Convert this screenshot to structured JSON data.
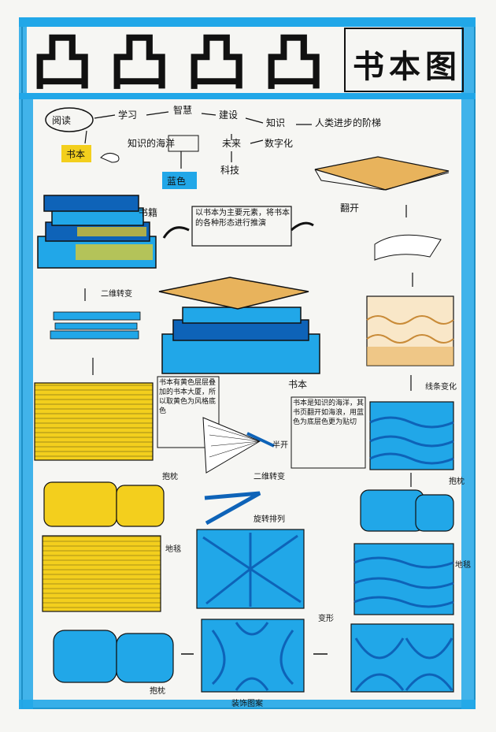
{
  "title": {
    "block_glyphs": [
      "凸",
      "凸",
      "凸",
      "凸"
    ],
    "stacked_chars": [
      "书",
      "本",
      "图"
    ]
  },
  "colors": {
    "blue": "#21a7e8",
    "deep_blue": "#0e63b8",
    "yellow": "#f3cf1d",
    "orange": "#e8b35c",
    "ink": "#111111",
    "paper": "#f6f6f3"
  },
  "flow": {
    "start": "阅读",
    "row1": [
      "学习",
      "智慧",
      "建设",
      "知识",
      "人类进步的阶梯"
    ],
    "row2": [
      "知识的海洋",
      "未来",
      "数字化"
    ],
    "book_label": "书本",
    "sea_color_label": "蓝色",
    "tech_label": "科技"
  },
  "labels": {
    "book_stack_label": "书籍",
    "center_note": "以书本为主要元素，将书本的各种形态进行推演",
    "open_book_label": "翻开",
    "to_2d_label": "二维转变",
    "center_book_label": "书本",
    "wave_label": "线条变化",
    "note_yellow": "书本有黄色层层叠加的书本大厦，所以取黄色为风格底色",
    "note_sea": "书本是知识的海洋，其书页翻开如海浪，用蓝色为底层色更为贴切",
    "half_open_label": "半开",
    "to_2d_label2": "二维转变",
    "rotate_label": "旋转排列",
    "pillow_left": "抱枕",
    "pillow_right": "抱枕",
    "carpet_left": "地毯",
    "carpet_right": "地毯",
    "deform_label": "变形",
    "pillow_bottom": "抱枕",
    "pattern_label": "装饰图案"
  }
}
